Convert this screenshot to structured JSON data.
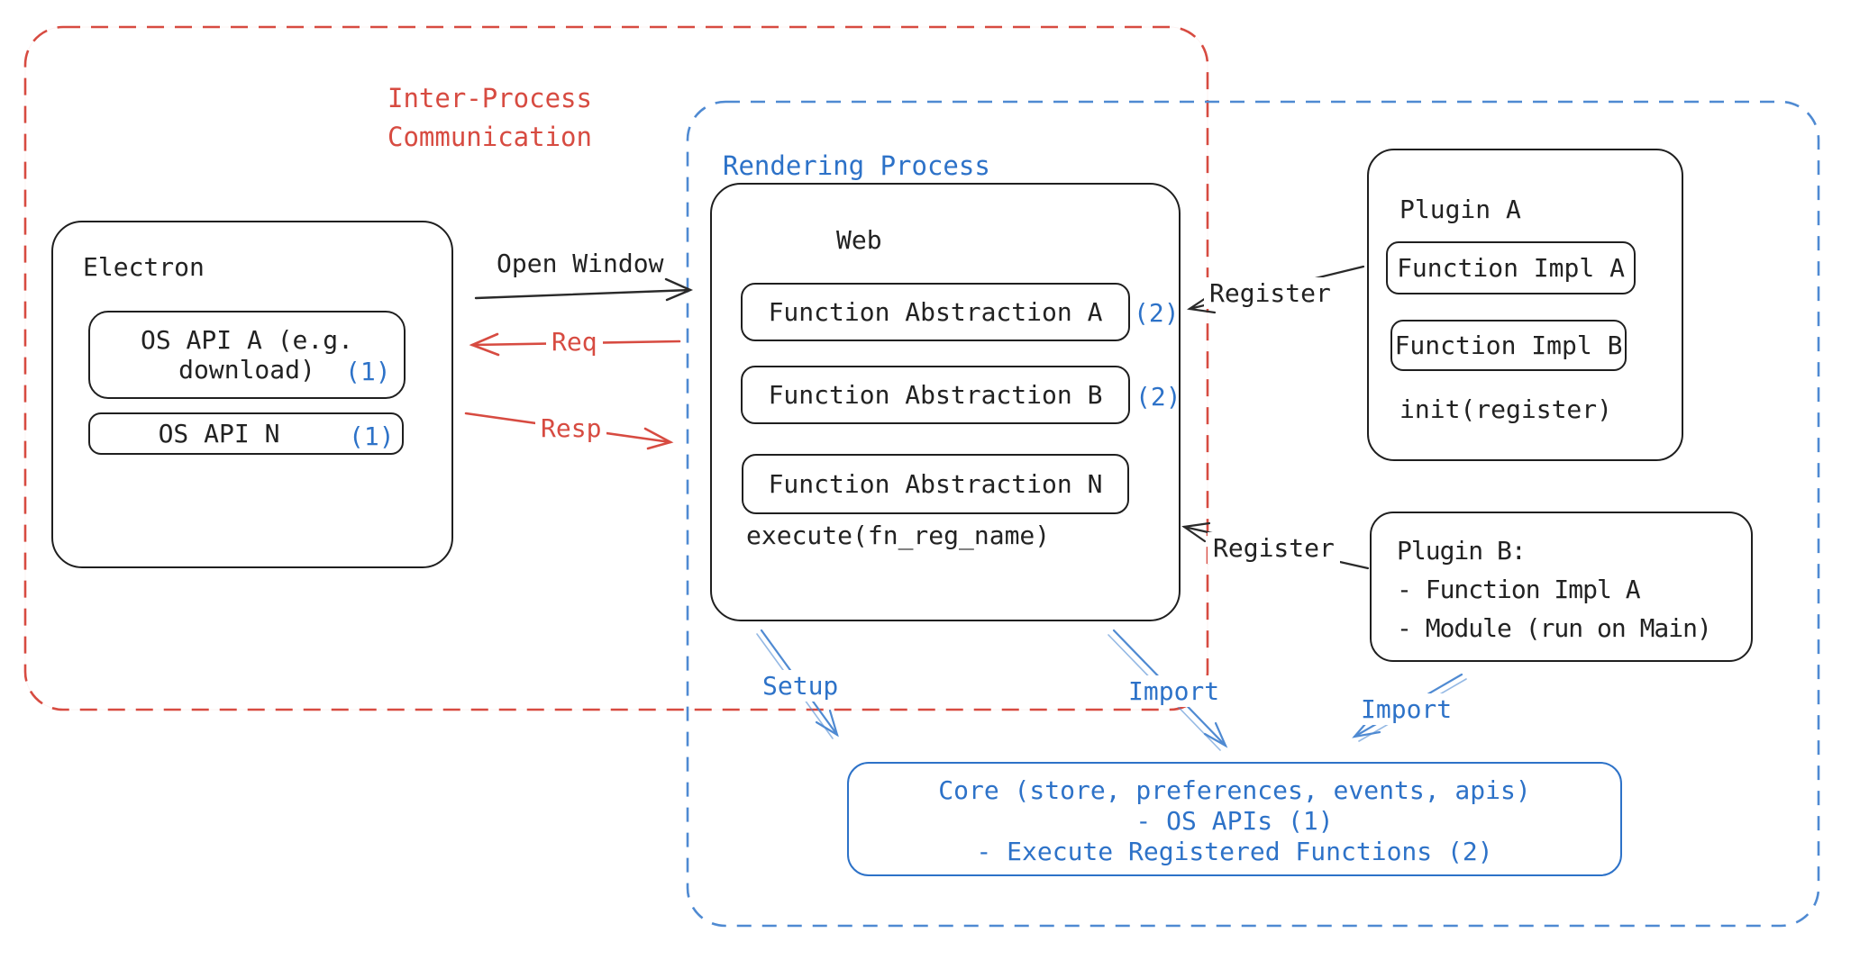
{
  "colors": {
    "ink": "#222222",
    "red": "#d74b41",
    "blue": "#2d72c8",
    "blue_light": "#4f8ad2"
  },
  "ipc_region": {
    "label_line1": "Inter-Process",
    "label_line2": "Communication"
  },
  "rendering_region": {
    "label": "Rendering Process"
  },
  "electron": {
    "title": "Electron",
    "os_api_a_line1": "OS API A (e.g.",
    "os_api_a_line2": "download)",
    "os_api_a_badge": "(1)",
    "os_api_n": "OS API N",
    "os_api_n_badge": "(1)"
  },
  "web": {
    "title": "Web",
    "fn_abstraction_a": "Function Abstraction A",
    "fn_abstraction_a_badge": "(2)",
    "fn_abstraction_b": "Function Abstraction B",
    "fn_abstraction_b_badge": "(2)",
    "fn_abstraction_n": "Function Abstraction N",
    "execute_label": "execute(fn_reg_name)"
  },
  "plugin_a": {
    "title": "Plugin A",
    "fn_impl_a": "Function Impl A",
    "fn_impl_b": "Function Impl B",
    "init_label": "init(register)"
  },
  "plugin_b": {
    "title": "Plugin B:",
    "item_1": "- Function Impl A",
    "item_2": "- Module (run on Main)"
  },
  "core": {
    "line1": "Core (store, preferences, events, apis)",
    "line2": "- OS APIs (1)",
    "line3": "- Execute Registered Functions (2)"
  },
  "arrows": {
    "open_window": "Open Window",
    "req": "Req",
    "resp": "Resp",
    "register_plugin_a": "Register",
    "register_plugin_b": "Register",
    "setup": "Setup",
    "import_web": "Import",
    "import_plugin_b": "Import"
  }
}
